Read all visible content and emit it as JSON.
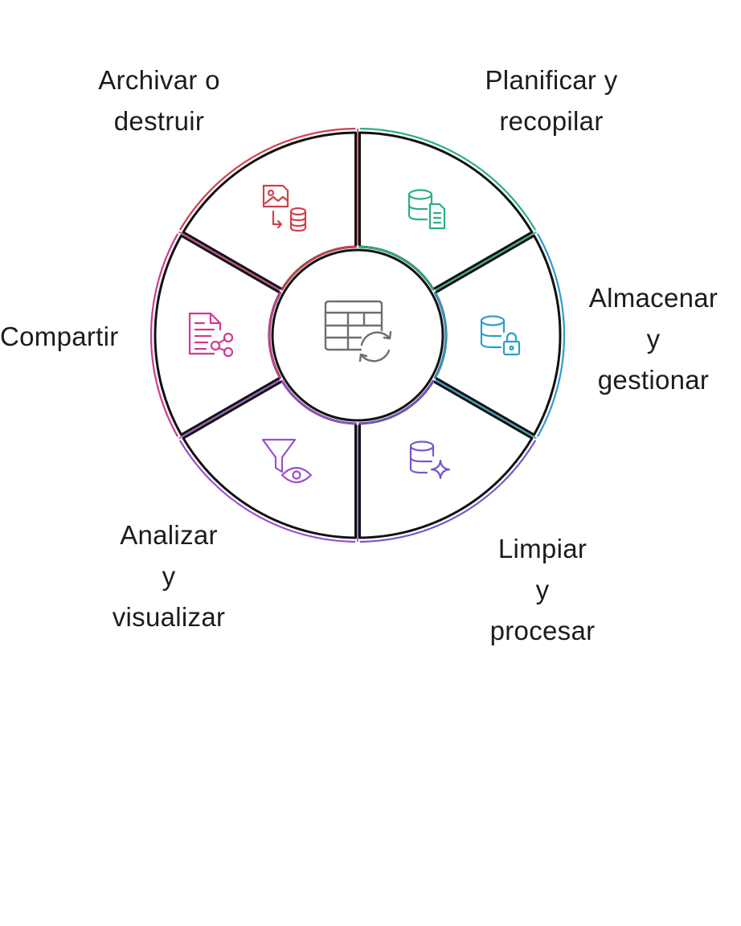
{
  "center": {
    "icon": "table-sync-icon",
    "color": "#6e6e6e"
  },
  "stages": [
    {
      "id": "plan",
      "label_lines": [
        "Planificar y",
        "recopilar"
      ],
      "icon": "database-document-icon",
      "color": "#2bb07f"
    },
    {
      "id": "store",
      "label_lines": [
        "Almacenar",
        "y",
        "gestionar"
      ],
      "icon": "database-lock-icon",
      "color": "#2a9fc7"
    },
    {
      "id": "clean",
      "label_lines": [
        "Limpiar",
        "y",
        "procesar"
      ],
      "icon": "database-sparkle-icon",
      "color": "#7a55cc"
    },
    {
      "id": "analyze",
      "label_lines": [
        "Analizar",
        "y",
        "visualizar"
      ],
      "icon": "filter-eye-icon",
      "color": "#9a4fcf"
    },
    {
      "id": "share",
      "label_lines": [
        "Compartir"
      ],
      "icon": "document-share-icon",
      "color": "#cf3c93"
    },
    {
      "id": "archive",
      "label_lines": [
        "Archivar o",
        "destruir"
      ],
      "icon": "image-to-database-icon",
      "color": "#d2404a"
    }
  ]
}
